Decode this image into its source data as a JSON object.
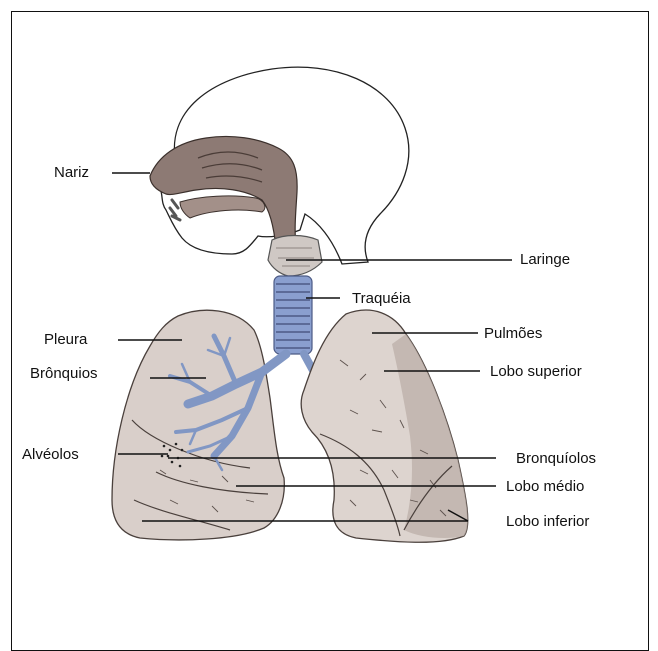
{
  "labels": {
    "nariz": "Nariz",
    "laringe": "Laringe",
    "traqueia": "Traquéia",
    "pleura": "Pleura",
    "pulmoes": "Pulmões",
    "bronquios": "Brônquios",
    "lobo_superior": "Lobo superior",
    "alveolos": "Alvéolos",
    "bronquiolos": "Bronquíolos",
    "lobo_medio": "Lobo médio",
    "lobo_inferior": "Lobo inferior"
  },
  "colors": {
    "airway": "#8d7a74",
    "bronchial_tree": "#8197c4",
    "lung": "#dcd2cd",
    "lung_shadow": "#bfb2ab",
    "outline": "#222222"
  }
}
